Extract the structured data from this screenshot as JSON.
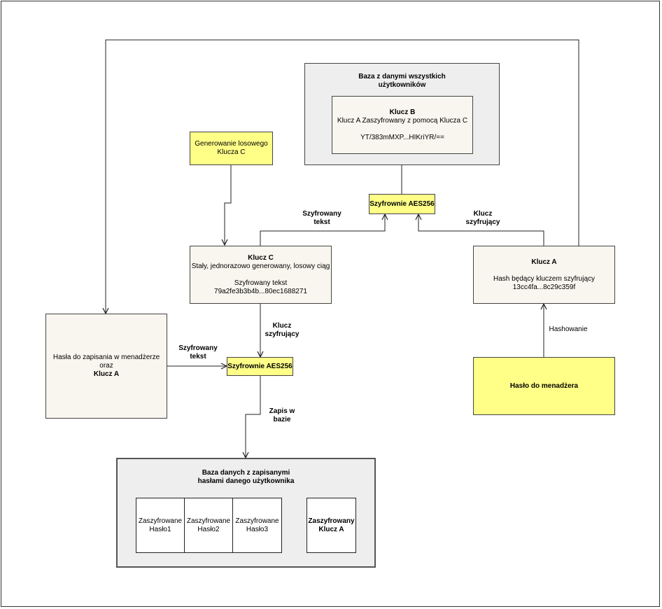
{
  "users_db": {
    "title_line1": "Baza z danymi wszystkich",
    "title_line2": "użytkowników",
    "key_b": {
      "title": "Klucz B",
      "desc": "Klucz A Zaszyfrowany z pomocą Klucza C",
      "value": "YT/383mMXP...HIKriYR/=="
    }
  },
  "gen_key_c": {
    "line1": "Generowanie losowego",
    "line2": "Klucza C"
  },
  "aes_top": {
    "label": "Szyfrownie AES256"
  },
  "aes_bottom": {
    "label": "Szyfrownie AES256"
  },
  "key_c": {
    "title": "Klucz C",
    "desc": "Stały, jednorazowo generowany, losowy ciąg",
    "sub": "Szyfrowany tekst",
    "value": "79a2fe3b3b4b...80ec1688271"
  },
  "key_a": {
    "title": "Klucz A",
    "desc": "Hash będący kluczem szyfrujący",
    "value": "13cc4fa...8c29c359f"
  },
  "passwords_box": {
    "line1": "Hasła do zapisania w menadżerze oraz",
    "line2": "Klucz A"
  },
  "master_password": {
    "label": "Hasło do menadżera"
  },
  "user_db": {
    "title_line1": "Baza danych z zapisanymi",
    "title_line2": "hasłami danego użytkownika",
    "cells": [
      {
        "line1": "Zaszyfrowane",
        "line2": "Hasło1"
      },
      {
        "line1": "Zaszyfrowane",
        "line2": "Hasło2"
      },
      {
        "line1": "Zaszyfrowane",
        "line2": "Hasło3"
      }
    ],
    "enc_key": {
      "line1": "Zaszyfrowany",
      "line2": "Klucz A"
    }
  },
  "edge_labels": {
    "enc_text_top": {
      "line1": "Szyfrowany",
      "line2": "tekst"
    },
    "enc_key_top": {
      "line1": "Klucz",
      "line2": "szyfrujący"
    },
    "enc_key_mid": {
      "line1": "Klucz",
      "line2": "szyfrujący"
    },
    "enc_text_left": {
      "line1": "Szyfrowany",
      "line2": "tekst"
    },
    "save_db": {
      "line1": "Zapis w",
      "line2": "bazie"
    },
    "hashing": "Hashowanie"
  }
}
